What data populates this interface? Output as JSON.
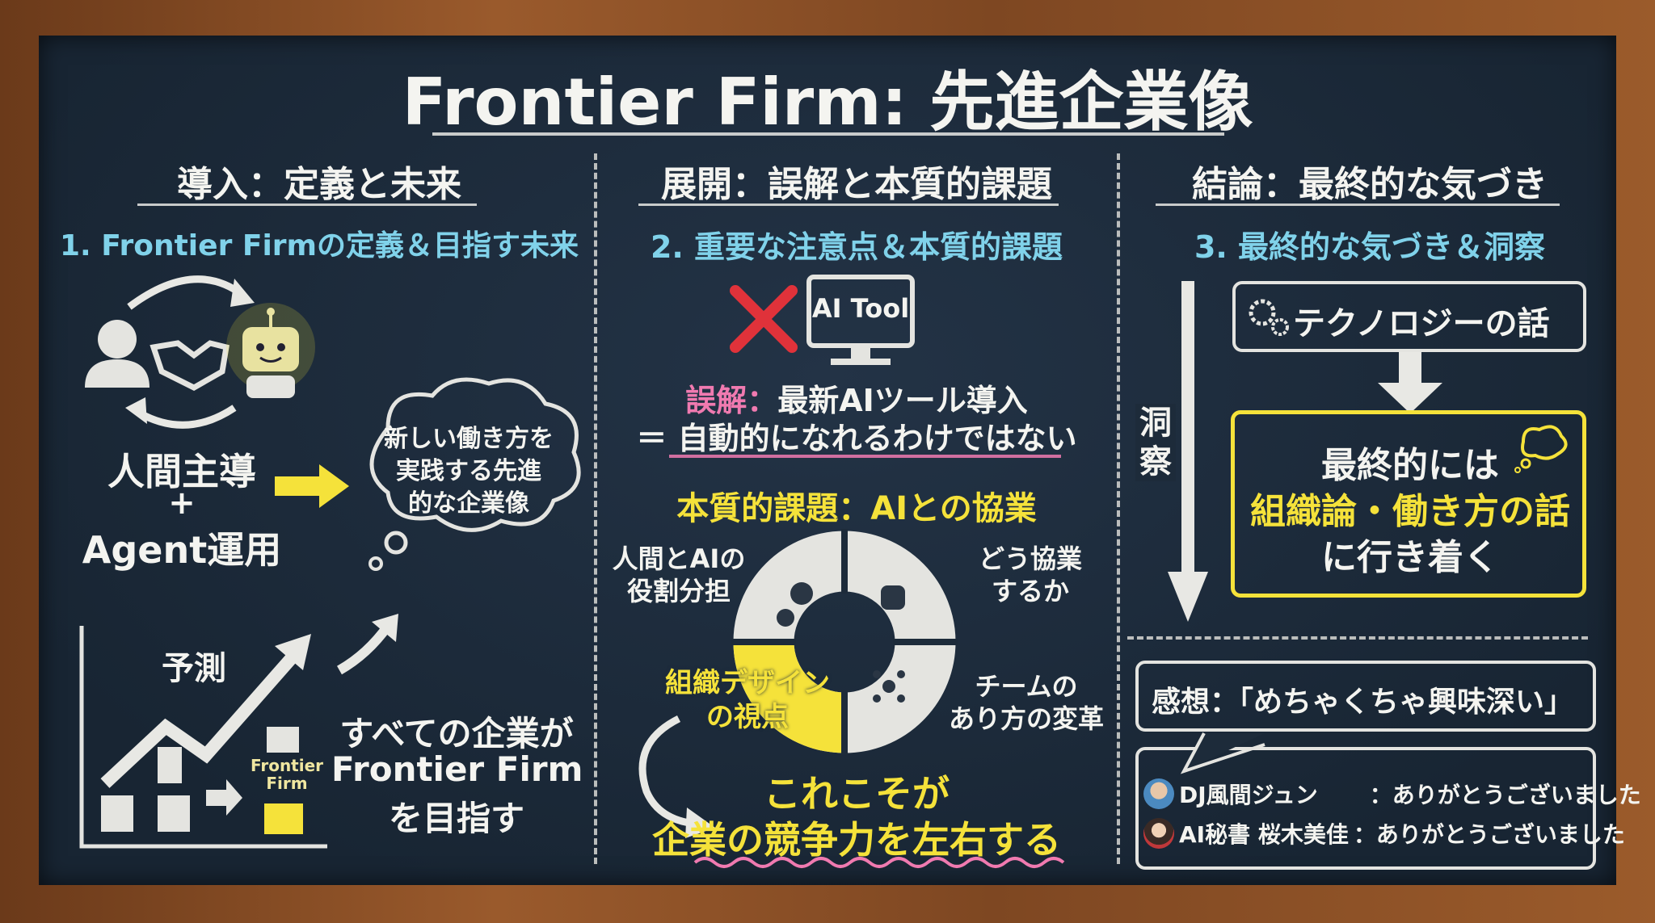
{
  "title": "Frontier Firm: 先進企業像",
  "columns": [
    {
      "heading": "導入：定義と未来",
      "subheading": "1. Frontier Firmの定義＆目指す未来"
    },
    {
      "heading": "展開：誤解と本質的課題",
      "subheading": "2. 重要な注意点＆本質的課題"
    },
    {
      "heading": "結論：最終的な気づき",
      "subheading": "3. 最終的な気づき＆洞察"
    }
  ],
  "left": {
    "formula": [
      "人間主導",
      "+",
      "Agent運用"
    ],
    "cloud": [
      "新しい働き方を",
      "実践する先進",
      "的な企業像"
    ],
    "forecast": "予測",
    "firm_label": [
      "Frontier",
      "Firm"
    ],
    "goal": [
      "すべての企業が",
      "Frontier Firm",
      "を目指す"
    ]
  },
  "middle": {
    "tool_label": "AI Tool",
    "misconception_label": "誤解：",
    "misconception_text": "最新AIツール導入",
    "misconception_line2": "＝ 自動的になれるわけではない",
    "core_issue": "本質的課題：AIとの協業",
    "cycle": {
      "role": [
        "人間とAIの",
        "役割分担"
      ],
      "how": [
        "どう協業",
        "するか"
      ],
      "org": [
        "組織デザイン",
        "の視点"
      ],
      "team": [
        "チームの",
        "あり方の変革"
      ]
    },
    "conclusion": [
      "これこそが",
      "企業の競争力を左右する"
    ]
  },
  "right": {
    "insight": [
      "洞",
      "察"
    ],
    "tech": "テクノロジーの話",
    "final": [
      "最終的には",
      "組織論・働き方の話",
      "に行き着く"
    ],
    "impression": "感想：「めちゃくちゃ興味深い」",
    "credits": [
      {
        "name": "DJ風間ジュン",
        "spacer": "　",
        "message": "：ありがとうございました"
      },
      {
        "name": "AI秘書 桜木美佳",
        "spacer": "",
        "message": "：ありがとうございました"
      }
    ]
  },
  "colors": {
    "board": "#1d2b3a",
    "cyan": "#80d2ea",
    "yellow": "#f5e23a",
    "pink": "#f07ab0",
    "red": "#e0323a"
  }
}
